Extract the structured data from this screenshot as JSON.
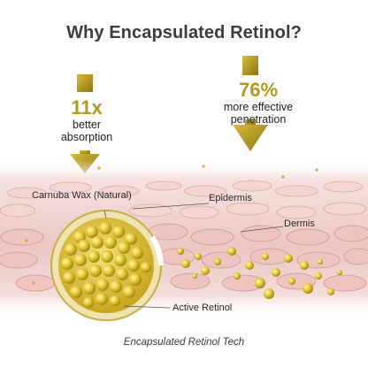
{
  "title": "Why Encapsulated Retinol?",
  "stat_absorption": {
    "value": "11x",
    "line1": "better",
    "line2": "absorption"
  },
  "stat_penetration": {
    "value": "76%",
    "line1": "more effective",
    "line2": "penetration"
  },
  "labels": {
    "carnuba": "Carnuba Wax (Natural)",
    "epidermis": "Epidermis",
    "dermis": "Dermis",
    "active_retinol": "Active Retinol"
  },
  "caption": "Encapsulated Retinol Tech",
  "colors": {
    "gold": "#b39a1c",
    "gold_light": "#e9d24a",
    "skin_light": "#f7e3e1",
    "skin_mid": "#e9c1bd",
    "skin_dark": "#d9a3a0",
    "text": "#3d3d3d"
  }
}
